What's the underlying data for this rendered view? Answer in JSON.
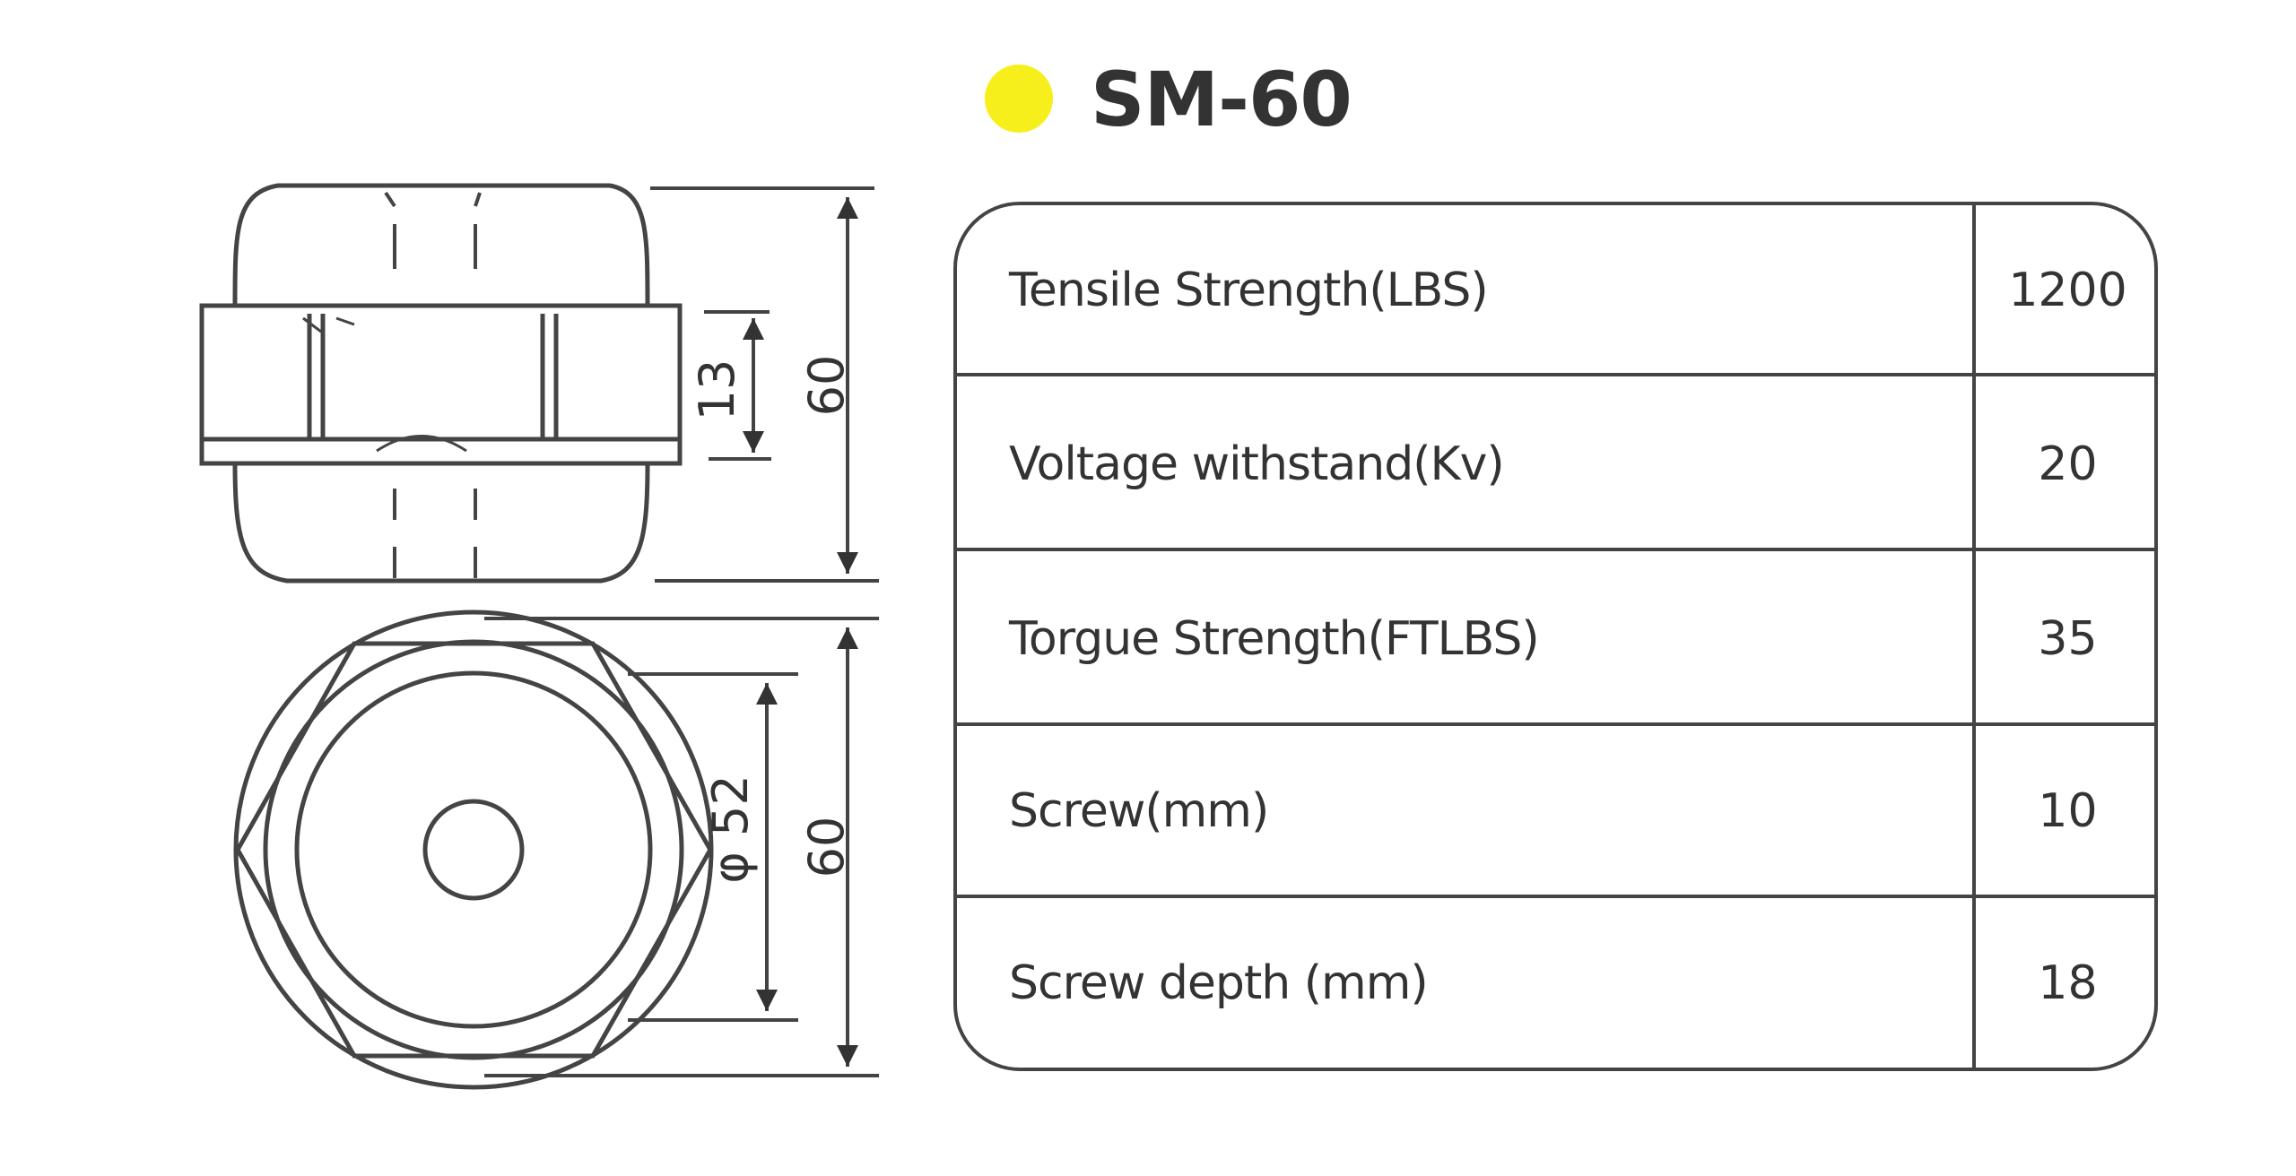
{
  "title": "SM-60",
  "accent_color": "#f7ef1b",
  "specs": [
    {
      "label": "Tensile Strength(LBS)",
      "value": "1200"
    },
    {
      "label": "Voltage withstand(Kv)",
      "value": "20"
    },
    {
      "label": "Torgue Strength(FTLBS)",
      "value": "35"
    },
    {
      "label": "Screw(mm)",
      "value": "10"
    },
    {
      "label": "Screw depth (mm)",
      "value": "18"
    }
  ],
  "dimensions": {
    "band_height": "13",
    "side_height": "60",
    "inner_diameter": "φ 52",
    "base_height": "60"
  }
}
